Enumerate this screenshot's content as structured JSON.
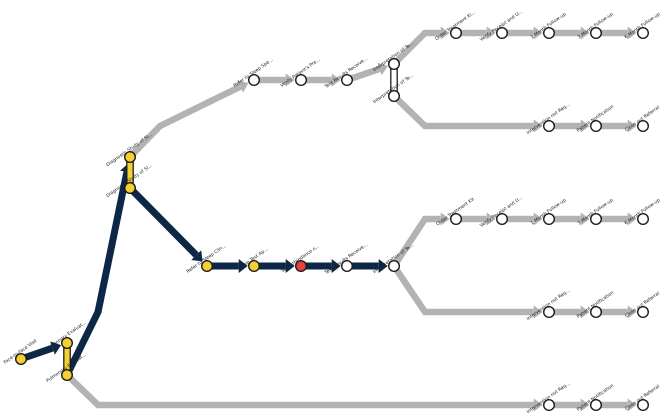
{
  "colors": {
    "active_edge": "#0e2747",
    "inactive_edge": "#b3b3b3",
    "node_done": "#f5d033",
    "node_current": "#e8413b",
    "node_future": "#ffffff",
    "node_stroke": "#1a1a1a"
  },
  "nodes": [
    {
      "id": "n0",
      "label": "Face-to-face Visit",
      "state": "done"
    },
    {
      "id": "n1",
      "label": "Pulmonary Evaluat...",
      "state": "done"
    },
    {
      "id": "n2",
      "label": "Pulmonary Evaluat...",
      "state": "done"
    },
    {
      "id": "n3",
      "label": "Diagnostic Study of Sl...",
      "state": "done"
    },
    {
      "id": "n4",
      "label": "Diagnostic Study of Sl...",
      "state": "done"
    },
    {
      "id": "n5",
      "label": "Refer to Sleep Spe...",
      "state": "future"
    },
    {
      "id": "n6",
      "label": "Verify Patient's Pre...",
      "state": "future"
    },
    {
      "id": "n7",
      "label": "Test Results Receive...",
      "state": "future"
    },
    {
      "id": "n8",
      "label": "Interpretation of Te...",
      "state": "future"
    },
    {
      "id": "n9",
      "label": "Interpretation of Te...",
      "state": "future"
    },
    {
      "id": "n10",
      "label": "Order Treatment Ki...",
      "state": "future"
    },
    {
      "id": "n11",
      "label": "Verify Receipt and U...",
      "state": "future"
    },
    {
      "id": "n12",
      "label": "1 Month Follow-up",
      "state": "future"
    },
    {
      "id": "n13",
      "label": "3 Month Follow-up",
      "state": "future"
    },
    {
      "id": "n14",
      "label": "6 Month Follow-up",
      "state": "future"
    },
    {
      "id": "n15",
      "label": "Intervention not Req...",
      "state": "future"
    },
    {
      "id": "n16",
      "label": "Patient Notification",
      "state": "future"
    },
    {
      "id": "n17",
      "label": "Close out Referral",
      "state": "future"
    },
    {
      "id": "n18",
      "label": "Refer to Sleep Clin...",
      "state": "done"
    },
    {
      "id": "n19",
      "label": "Sleep Test Ap...",
      "state": "done"
    },
    {
      "id": "n20",
      "label": "Test Attendance o...",
      "state": "current"
    },
    {
      "id": "n21",
      "label": "Test Results Receive...",
      "state": "future"
    },
    {
      "id": "n22",
      "label": "Interpretation of Te...",
      "state": "future"
    },
    {
      "id": "n23",
      "label": "Order Treatment Kit",
      "state": "future"
    },
    {
      "id": "n24",
      "label": "Verify Receipt and U...",
      "state": "future"
    },
    {
      "id": "n25",
      "label": "1 Month Follow-up",
      "state": "future"
    },
    {
      "id": "n26",
      "label": "3 Month Follow-up",
      "state": "future"
    },
    {
      "id": "n27",
      "label": "6 Month Follow-up",
      "state": "future"
    },
    {
      "id": "n28",
      "label": "Intervention not Req...",
      "state": "future"
    },
    {
      "id": "n29",
      "label": "Patient Notification",
      "state": "future"
    },
    {
      "id": "n30",
      "label": "Close out Referral",
      "state": "future"
    },
    {
      "id": "n31",
      "label": "Intervention not Req...",
      "state": "future"
    },
    {
      "id": "n32",
      "label": "Patient Notification",
      "state": "future"
    },
    {
      "id": "n33",
      "label": "Close out Referral",
      "state": "future"
    }
  ],
  "edges": [
    {
      "from": "n0",
      "to": "n1",
      "active": true
    },
    {
      "from": "n2",
      "to": "n3",
      "active": true
    },
    {
      "from": "n4",
      "to": "n18",
      "active": true
    },
    {
      "from": "n18",
      "to": "n19",
      "active": true
    },
    {
      "from": "n19",
      "to": "n20",
      "active": true
    },
    {
      "from": "n20",
      "to": "n21",
      "active": true
    },
    {
      "from": "n21",
      "to": "n22",
      "active": true
    },
    {
      "from": "n3",
      "to": "n5",
      "active": false
    },
    {
      "from": "n5",
      "to": "n6",
      "active": false
    },
    {
      "from": "n6",
      "to": "n7",
      "active": false
    },
    {
      "from": "n7",
      "to": "n8",
      "active": false
    },
    {
      "from": "n8",
      "to": "n10",
      "active": false
    },
    {
      "from": "n10",
      "to": "n11",
      "active": false
    },
    {
      "from": "n11",
      "to": "n12",
      "active": false
    },
    {
      "from": "n12",
      "to": "n13",
      "active": false
    },
    {
      "from": "n13",
      "to": "n14",
      "active": false
    },
    {
      "from": "n9",
      "to": "n15",
      "active": false
    },
    {
      "from": "n15",
      "to": "n16",
      "active": false
    },
    {
      "from": "n16",
      "to": "n17",
      "active": false
    },
    {
      "from": "n22",
      "to": "n23",
      "active": false
    },
    {
      "from": "n23",
      "to": "n24",
      "active": false
    },
    {
      "from": "n24",
      "to": "n25",
      "active": false
    },
    {
      "from": "n25",
      "to": "n26",
      "active": false
    },
    {
      "from": "n26",
      "to": "n27",
      "active": false
    },
    {
      "from": "n22",
      "to": "n28",
      "active": false
    },
    {
      "from": "n28",
      "to": "n29",
      "active": false
    },
    {
      "from": "n29",
      "to": "n30",
      "active": false
    },
    {
      "from": "n2",
      "to": "n31",
      "active": false
    },
    {
      "from": "n31",
      "to": "n32",
      "active": false
    },
    {
      "from": "n32",
      "to": "n33",
      "active": false
    }
  ]
}
